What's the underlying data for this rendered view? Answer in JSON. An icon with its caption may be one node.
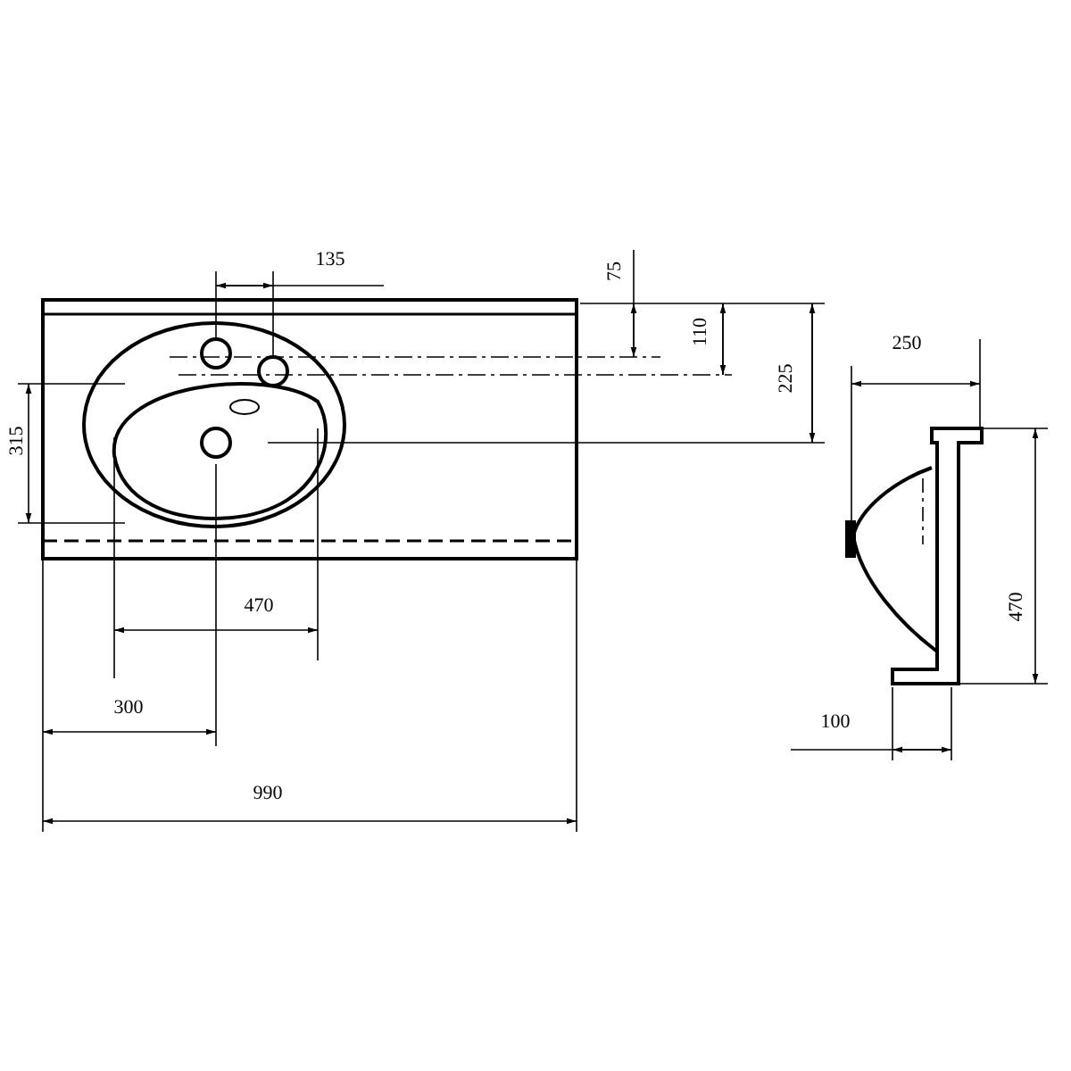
{
  "diagram": {
    "labels": [
      "135",
      "75",
      "110",
      "225",
      "250",
      "315",
      "470",
      "470",
      "300",
      "100",
      "990"
    ]
  }
}
